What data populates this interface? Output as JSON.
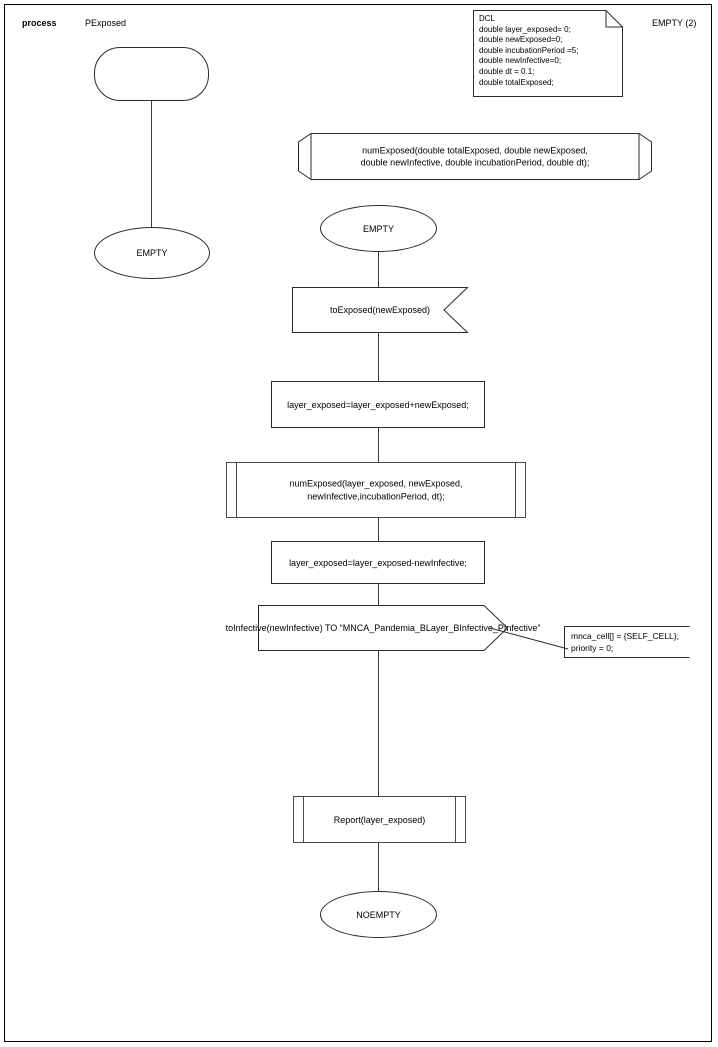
{
  "header": {
    "keyword": "process",
    "name": "PExposed",
    "page_label": "EMPTY (2)"
  },
  "declaration_note": {
    "text": "DCL\ndouble layer_exposed= 0;\ndouble newExposed=0;\ndouble incubationPeriod =5;\ndouble newInfective=0;\ndouble dt = 0.1;\ndouble totalExposed;"
  },
  "procedure_declaration": {
    "text": "numExposed(double totalExposed, double newExposed,\ndouble newInfective, double incubationPeriod, double dt);"
  },
  "left_branch": {
    "start_label": "",
    "state_label": "EMPTY"
  },
  "main_branch": {
    "state_empty": "EMPTY",
    "input_signal": "toExposed(newExposed)",
    "task_add": "layer_exposed=layer_exposed+newExposed;",
    "procedure_call_numexposed": "numExposed(layer_exposed, newExposed,\nnewInfective,incubationPeriod, dt);",
    "task_subtract": "layer_exposed=layer_exposed-newInfective;",
    "output_signal": "toInfective(newInfective) TO “MNCA_Pandemia_BLayer_BInfective_PInfective”",
    "output_comment": "mnca_cell[] = {SELF_CELL};\npriority = 0;",
    "procedure_call_report": "Report(layer_exposed)",
    "state_noempty": "NOEMPTY"
  },
  "colors": {
    "stroke": "#2b2b2b",
    "stroke_light": "#4a4a4a",
    "background": "#ffffff",
    "text": "#000000"
  }
}
